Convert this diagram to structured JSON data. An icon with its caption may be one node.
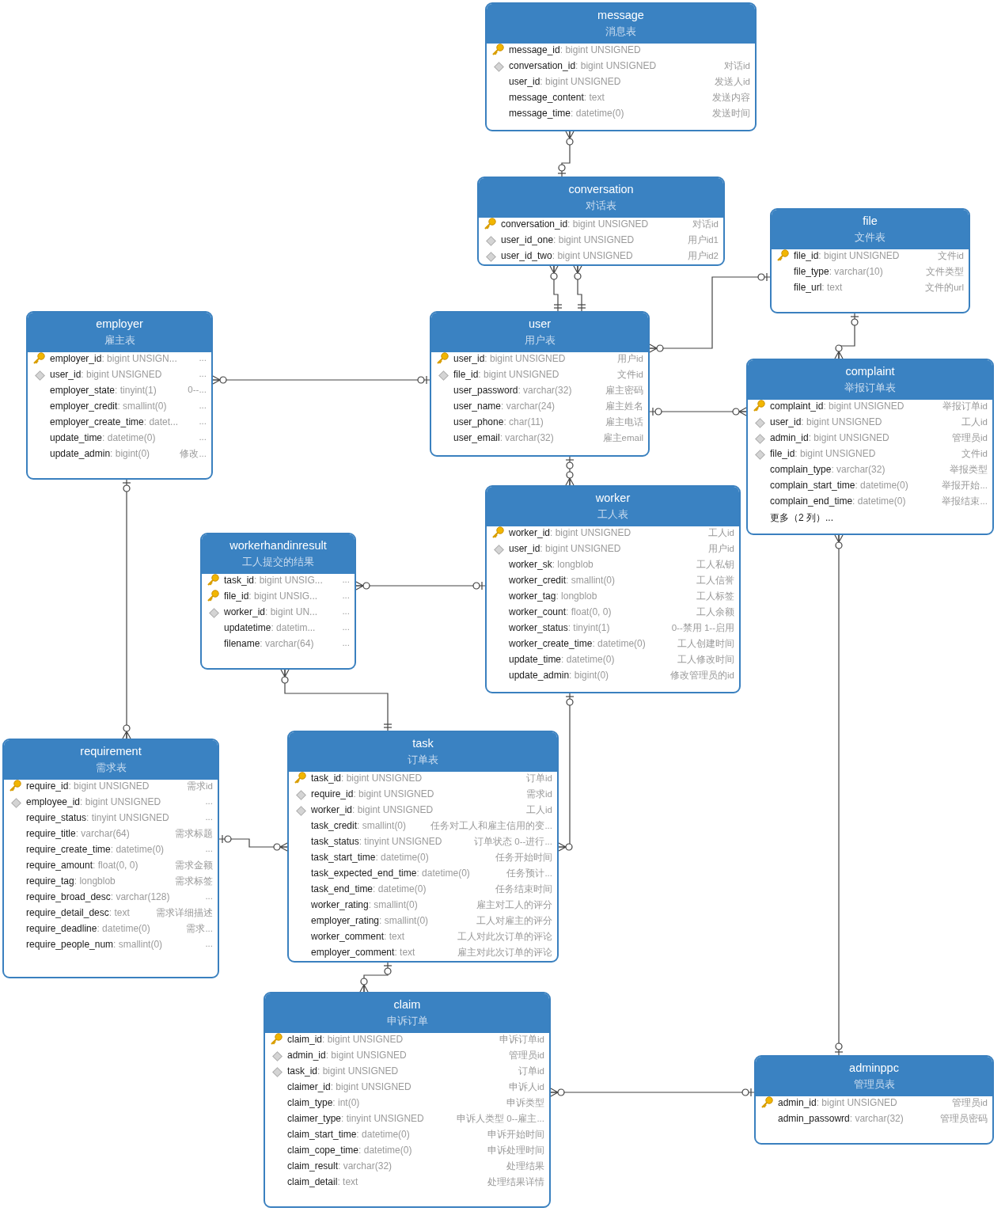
{
  "diagram": {
    "nodes": [
      {
        "text": [
          "message",
          "消息表"
        ]
      },
      {
        "text": [
          "message_id: bigint UNSIGNED"
        ],
        "in": 0
      },
      {
        "text": [
          "conversation_id: bigint UNSIGNED",
          "对话id"
        ],
        "in": 0
      },
      {
        "text": [
          "user_id: bigint UNSIGNED",
          "发送人id"
        ],
        "in": 0
      },
      {
        "text": [
          "message_content: text",
          "发送内容"
        ],
        "in": 0
      },
      {
        "text": [
          "message_time: datetime(0)",
          "发送时间"
        ],
        "in": 0
      },
      {
        "text": [
          "conversation",
          "对话表"
        ]
      },
      {
        "text": [
          "conversation_id: bigint UNSIGNED",
          "对话id"
        ],
        "in": 6
      },
      {
        "text": [
          "user_id_one: bigint UNSIGNED",
          "用户id1"
        ],
        "in": 6
      },
      {
        "text": [
          "user_id_two: bigint UNSIGNED",
          "用户id2"
        ],
        "in": 6
      },
      {
        "text": [
          "file",
          "文件表"
        ]
      },
      {
        "text": [
          "file_id: bigint UNSIGNED",
          "文件id"
        ],
        "in": 10
      },
      {
        "text": [
          "file_type: varchar(10)",
          "文件类型"
        ],
        "in": 10
      },
      {
        "text": [
          "file_url: text",
          "文件的url"
        ],
        "in": 10
      },
      {
        "text": [
          "employer",
          "雇主表"
        ]
      },
      {
        "text": [
          "employer_id: bigint UNSIGN...",
          "..."
        ],
        "in": 14
      },
      {
        "text": [
          "user_id: bigint UNSIGNED",
          "..."
        ],
        "in": 14
      },
      {
        "text": [
          "employer_state: tinyint(1)",
          "0--..."
        ],
        "in": 14
      },
      {
        "text": [
          "employer_credit: smallint(0)",
          "..."
        ],
        "in": 14
      },
      {
        "text": [
          "employer_create_time: datet...",
          "..."
        ],
        "in": 14
      },
      {
        "text": [
          "update_time: datetime(0)",
          "..."
        ],
        "in": 14
      },
      {
        "text": [
          "update_admin: bigint(0)",
          "修改..."
        ],
        "in": 14
      },
      {
        "text": [
          "user",
          "用户表"
        ]
      },
      {
        "text": [
          "user_id: bigint UNSIGNED",
          "用户id"
        ],
        "in": 22
      },
      {
        "text": [
          "file_id: bigint UNSIGNED",
          "文件id"
        ],
        "in": 22
      },
      {
        "text": [
          "user_password: varchar(32)",
          "雇主密码"
        ],
        "in": 22
      },
      {
        "text": [
          "user_name: varchar(24)",
          "雇主姓名"
        ],
        "in": 22
      },
      {
        "text": [
          "user_phone: char(11)",
          "雇主电话"
        ],
        "in": 22
      },
      {
        "text": [
          "user_email: varchar(32)",
          "雇主email"
        ],
        "in": 22
      },
      {
        "text": [
          "complaint",
          "举报订单表"
        ]
      },
      {
        "text": [
          "complaint_id: bigint UNSIGNED",
          "举报订单id"
        ],
        "in": 29
      },
      {
        "text": [
          "user_id: bigint UNSIGNED",
          "工人id"
        ],
        "in": 29
      },
      {
        "text": [
          "admin_id: bigint UNSIGNED",
          "管理员id"
        ],
        "in": 29
      },
      {
        "text": [
          "file_id: bigint UNSIGNED",
          "文件id"
        ],
        "in": 29
      },
      {
        "text": [
          "complain_type: varchar(32)",
          "举报类型"
        ],
        "in": 29
      },
      {
        "text": [
          "complain_start_time: datetime(0)",
          "举报开始..."
        ],
        "in": 29
      },
      {
        "text": [
          "complain_end_time: datetime(0)",
          "举报结束..."
        ],
        "in": 29
      },
      {
        "text": [
          "更多（2 列）..."
        ],
        "in": 29
      },
      {
        "text": [
          "worker",
          "工人表"
        ]
      },
      {
        "text": [
          "worker_id: bigint UNSIGNED",
          "工人id"
        ],
        "in": 38
      },
      {
        "text": [
          "user_id: bigint UNSIGNED",
          "用户id"
        ],
        "in": 38
      },
      {
        "text": [
          "worker_sk: longblob",
          "工人私钥"
        ],
        "in": 38
      },
      {
        "text": [
          "worker_credit: smallint(0)",
          "工人信誉"
        ],
        "in": 38
      },
      {
        "text": [
          "worker_tag: longblob",
          "工人标签"
        ],
        "in": 38
      },
      {
        "text": [
          "worker_count: float(0, 0)",
          "工人余额"
        ],
        "in": 38
      },
      {
        "text": [
          "worker_status: tinyint(1)",
          "0--禁用 1--启用"
        ],
        "in": 38
      },
      {
        "text": [
          "worker_create_time: datetime(0)",
          "工人创建时间"
        ],
        "in": 38
      },
      {
        "text": [
          "update_time: datetime(0)",
          "工人修改时间"
        ],
        "in": 38
      },
      {
        "text": [
          "update_admin: bigint(0)",
          "修改管理员的id"
        ],
        "in": 38
      },
      {
        "text": [
          "workerhandinresult",
          "工人提交的结果"
        ]
      },
      {
        "text": [
          "task_id: bigint UNSIG...",
          "..."
        ],
        "in": 49
      },
      {
        "text": [
          "file_id: bigint UNSIG...",
          "..."
        ],
        "in": 49
      },
      {
        "text": [
          "worker_id: bigint UN...",
          "..."
        ],
        "in": 49
      },
      {
        "text": [
          "updatetime: datetim...",
          "..."
        ],
        "in": 49
      },
      {
        "text": [
          "filename: varchar(64)",
          "..."
        ],
        "in": 49
      },
      {
        "text": [
          "requirement",
          "需求表"
        ]
      },
      {
        "text": [
          "require_id: bigint UNSIGNED",
          "需求id"
        ],
        "in": 55
      },
      {
        "text": [
          "employee_id: bigint UNSIGNED",
          "..."
        ],
        "in": 55
      },
      {
        "text": [
          "require_status: tinyint UNSIGNED",
          "..."
        ],
        "in": 55
      },
      {
        "text": [
          "require_title: varchar(64)",
          "需求标题"
        ],
        "in": 55
      },
      {
        "text": [
          "require_create_time: datetime(0)",
          "..."
        ],
        "in": 55
      },
      {
        "text": [
          "require_amount: float(0, 0)",
          "需求金额"
        ],
        "in": 55
      },
      {
        "text": [
          "require_tag: longblob",
          "需求标签"
        ],
        "in": 55
      },
      {
        "text": [
          "require_broad_desc: varchar(128)",
          "..."
        ],
        "in": 55
      },
      {
        "text": [
          "require_detail_desc: text",
          "需求详细描述"
        ],
        "in": 55
      },
      {
        "text": [
          "require_deadline: datetime(0)",
          "需求..."
        ],
        "in": 55
      },
      {
        "text": [
          "require_people_num: smallint(0)",
          "..."
        ],
        "in": 55
      },
      {
        "text": [
          "task",
          "订单表"
        ]
      },
      {
        "text": [
          "task_id: bigint UNSIGNED",
          "订单id"
        ],
        "in": 67
      },
      {
        "text": [
          "require_id: bigint UNSIGNED",
          "需求id"
        ],
        "in": 67
      },
      {
        "text": [
          "worker_id: bigint UNSIGNED",
          "工人id"
        ],
        "in": 67
      },
      {
        "text": [
          "task_credit: smallint(0)",
          "任务对工人和雇主信用的变..."
        ],
        "in": 67
      },
      {
        "text": [
          "task_status: tinyint UNSIGNED",
          "订单状态 0--进行..."
        ],
        "in": 67
      },
      {
        "text": [
          "task_start_time: datetime(0)",
          "任务开始时间"
        ],
        "in": 67
      },
      {
        "text": [
          "task_expected_end_time: datetime(0)",
          "任务预计..."
        ],
        "in": 67
      },
      {
        "text": [
          "task_end_time: datetime(0)",
          "任务结束时间"
        ],
        "in": 67
      },
      {
        "text": [
          "worker_rating: smallint(0)",
          "雇主对工人的评分"
        ],
        "in": 67
      },
      {
        "text": [
          "employer_rating: smallint(0)",
          "工人对雇主的评分"
        ],
        "in": 67
      },
      {
        "text": [
          "worker_comment: text",
          "工人对此次订单的评论"
        ],
        "in": 67
      },
      {
        "text": [
          "employer_comment: text",
          "雇主对此次订单的评论"
        ],
        "in": 67
      },
      {
        "text": [
          "claim",
          "申诉订单"
        ]
      },
      {
        "text": [
          "claim_id: bigint UNSIGNED",
          "申诉订单id"
        ],
        "in": 80
      },
      {
        "text": [
          "admin_id: bigint UNSIGNED",
          "管理员id"
        ],
        "in": 80
      },
      {
        "text": [
          "task_id: bigint UNSIGNED",
          "订单id"
        ],
        "in": 80
      },
      {
        "text": [
          "claimer_id: bigint UNSIGNED",
          "申诉人id"
        ],
        "in": 80
      },
      {
        "text": [
          "claim_type: int(0)",
          "申诉类型"
        ],
        "in": 80
      },
      {
        "text": [
          "claimer_type: tinyint UNSIGNED",
          "申诉人类型 0--雇主..."
        ],
        "in": 80
      },
      {
        "text": [
          "claim_start_time: datetime(0)",
          "申诉开始时间"
        ],
        "in": 80
      },
      {
        "text": [
          "claim_cope_time: datetime(0)",
          "申诉处理时间"
        ],
        "in": 80
      },
      {
        "text": [
          "claim_result: varchar(32)",
          "处理结果"
        ],
        "in": 80
      },
      {
        "text": [
          "claim_detail: text",
          "处理结果详情"
        ],
        "in": 80
      },
      {
        "text": [
          "adminppc",
          "管理员表"
        ]
      },
      {
        "text": [
          "admin_id: bigint UNSIGNED",
          "管理员id"
        ],
        "in": 91
      },
      {
        "text": [
          "admin_passowrd: varchar(32)",
          "管理员密码"
        ],
        "in": 91
      }
    ],
    "edges": [
      {
        "from": 0,
        "to": 6,
        "arrow": "other"
      },
      {
        "from": 6,
        "to": 22,
        "arrow": "other"
      },
      {
        "from": 6,
        "to": 22,
        "arrow": "other"
      },
      {
        "from": 22,
        "to": 10,
        "arrow": "other"
      },
      {
        "from": 29,
        "to": 10,
        "arrow": "other"
      },
      {
        "from": 29,
        "to": 22,
        "arrow": "other"
      },
      {
        "from": 14,
        "to": 22,
        "arrow": "other"
      },
      {
        "from": 38,
        "to": 22,
        "arrow": "other"
      },
      {
        "from": 55,
        "to": 14,
        "arrow": "other"
      },
      {
        "from": 49,
        "to": 38,
        "arrow": "other"
      },
      {
        "from": 49,
        "to": 67,
        "arrow": "other"
      },
      {
        "from": 67,
        "to": 55,
        "arrow": "other"
      },
      {
        "from": 67,
        "to": 38,
        "arrow": "other"
      },
      {
        "from": 80,
        "to": 67,
        "arrow": "other"
      },
      {
        "from": 29,
        "to": 91,
        "arrow": "other"
      },
      {
        "from": 80,
        "to": 91,
        "arrow": "other"
      }
    ]
  }
}
